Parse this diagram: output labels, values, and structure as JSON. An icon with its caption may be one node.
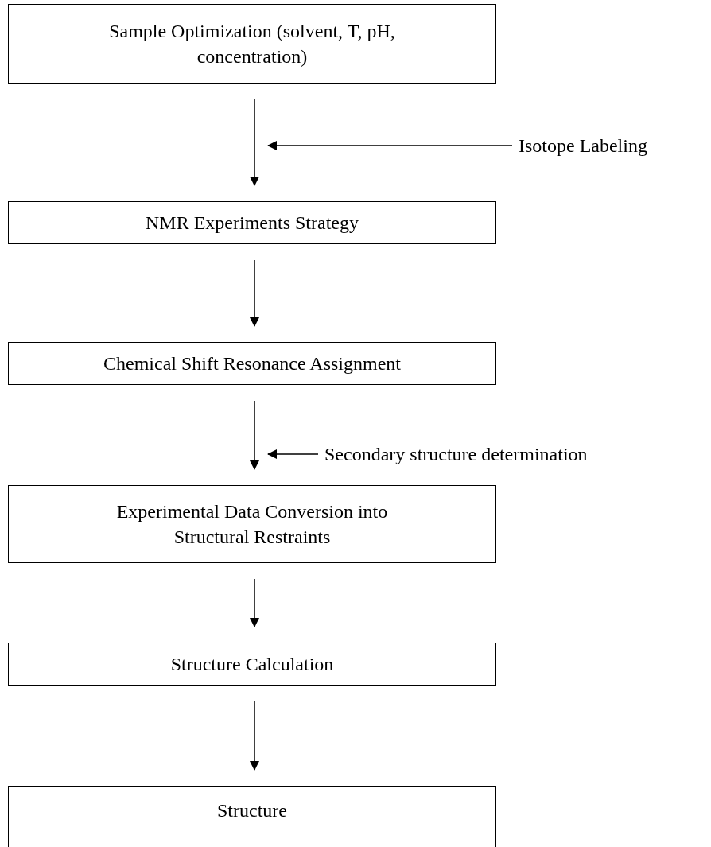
{
  "diagram": {
    "nodes": [
      {
        "text": [
          "Sample Optimization (solvent, T, pH, concentration)"
        ]
      },
      {
        "text": [
          "NMR Experiments Strategy"
        ]
      },
      {
        "text": [
          "Chemical Shift Resonance Assignment"
        ]
      },
      {
        "text": [
          "Experimental Data Conversion into Structural Restraints"
        ]
      },
      {
        "text": [
          "Structure Calculation"
        ]
      },
      {
        "text": [
          "Structure"
        ]
      },
      {
        "text": [
          "Isotope Labeling"
        ]
      },
      {
        "text": [
          "Secondary structure determination"
        ]
      }
    ],
    "edges": [
      {
        "from": 0,
        "to": 1,
        "arrow": "to"
      },
      {
        "from": 1,
        "to": 2,
        "arrow": "to"
      },
      {
        "from": 2,
        "to": 3,
        "arrow": "to"
      },
      {
        "from": 3,
        "to": 4,
        "arrow": "to"
      },
      {
        "from": 4,
        "to": 5,
        "arrow": "to"
      },
      {
        "from": 6,
        "to": null,
        "arrow": "to"
      },
      {
        "from": 7,
        "to": null,
        "arrow": "to"
      }
    ]
  }
}
